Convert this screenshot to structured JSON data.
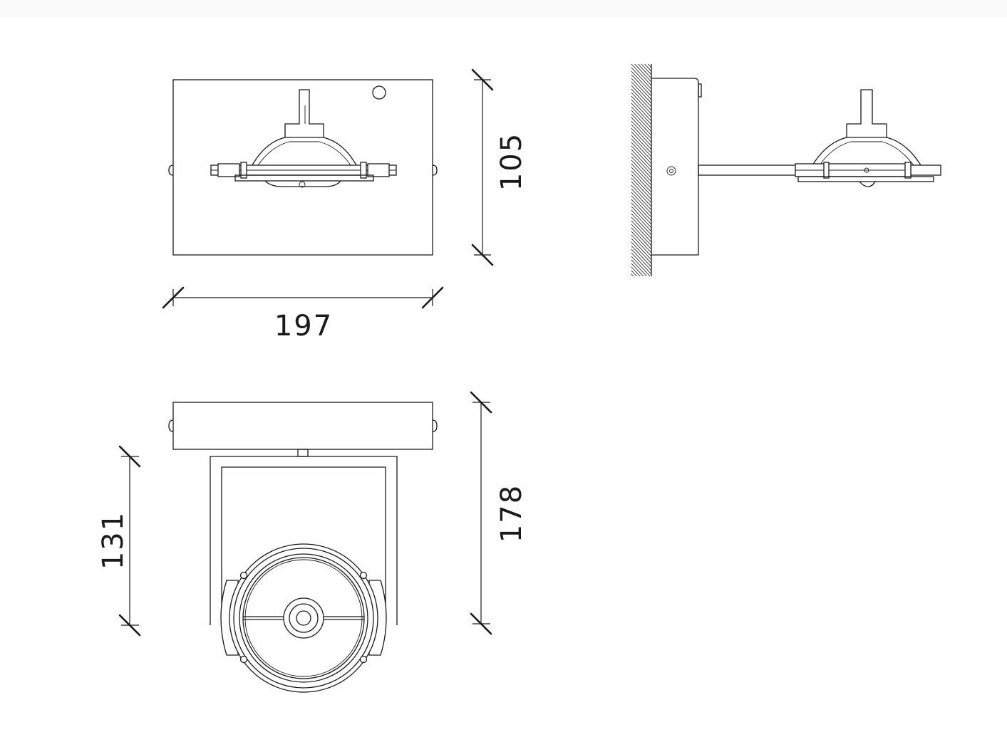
{
  "dimensions": {
    "front_height": "105",
    "front_width": "197",
    "bottom_depth": "131",
    "bottom_length": "178"
  }
}
